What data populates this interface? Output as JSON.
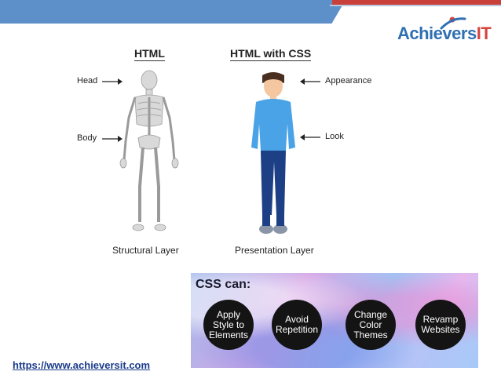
{
  "brand": {
    "logo_main": "Achie",
    "logo_v": "v",
    "logo_ers": "ers",
    "logo_it": "IT"
  },
  "left_column": {
    "heading": "HTML",
    "labels": [
      "Head",
      "Body"
    ],
    "caption": "Structural Layer"
  },
  "right_column": {
    "heading": "HTML with CSS",
    "labels": [
      "Appearance",
      "Look"
    ],
    "caption": "Presentation Layer"
  },
  "css_panel": {
    "title": "CSS can:",
    "items": [
      "Apply\nStyle  to\nElements",
      "Avoid\nRepetition",
      "Change\nColor\nThemes",
      "Revamp\nWebsites"
    ]
  },
  "footer": {
    "url": " https://www.achieversit.com"
  },
  "colors": {
    "band_blue": "#5d8fc9",
    "band_red": "#c9403b",
    "logo_blue": "#2f6fb2",
    "logo_red": "#d6443f",
    "shirt": "#4aa3e6",
    "pants": "#1d3f86"
  },
  "icons": [
    "skeleton-illustration",
    "person-illustration",
    "arrow-left-icon",
    "arrow-right-icon"
  ]
}
